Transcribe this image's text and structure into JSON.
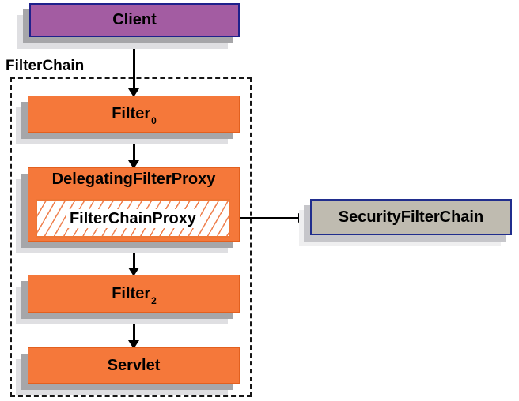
{
  "diagram": {
    "group": {
      "label": "FilterChain"
    },
    "nodes": {
      "client": {
        "label": "Client"
      },
      "filter0": {
        "label": "Filter",
        "subscript": "0"
      },
      "delegating_filter_proxy": {
        "label": "DelegatingFilterProxy"
      },
      "filter_chain_proxy": {
        "label": "FilterChainProxy"
      },
      "filter2": {
        "label": "Filter",
        "subscript": "2"
      },
      "servlet": {
        "label": "Servlet"
      },
      "security_filter_chain": {
        "label": "SecurityFilterChain"
      }
    },
    "edges": [
      {
        "from": "client",
        "to": "filter0",
        "direction": "bidirectional"
      },
      {
        "from": "filter0",
        "to": "delegating_filter_proxy",
        "direction": "bidirectional"
      },
      {
        "from": "delegating_filter_proxy",
        "to": "filter2",
        "direction": "bidirectional"
      },
      {
        "from": "filter2",
        "to": "servlet",
        "direction": "bidirectional"
      },
      {
        "from": "filter_chain_proxy",
        "to": "security_filter_chain",
        "direction": "right"
      }
    ],
    "colors": {
      "client_fill": "#a35ca2",
      "client_border": "#1f218c",
      "filter_fill": "#f5783a",
      "filter_border": "#e2601f",
      "hatch_line": "#ef8150",
      "security_filter_chain_fill": "#bfbbb0",
      "security_filter_chain_border": "#202d8d",
      "arrow": "#000000",
      "shadow_near": "#a6a6a9",
      "shadow_far": "#dfdfe2",
      "background": "#ffffff"
    }
  }
}
